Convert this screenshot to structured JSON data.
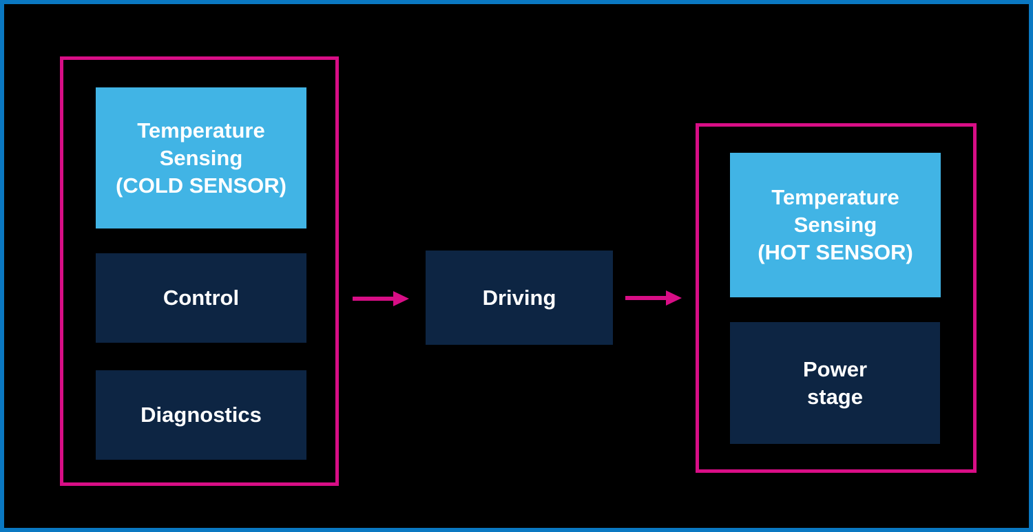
{
  "diagram": {
    "blocks": {
      "cold_sensor": {
        "label": "Temperature\nSensing\n(COLD SENSOR)",
        "style": "light-blue"
      },
      "control": {
        "label": "Control",
        "style": "dark-navy"
      },
      "diagnostics": {
        "label": "Diagnostics",
        "style": "dark-navy"
      },
      "driving": {
        "label": "Driving",
        "style": "dark-navy"
      },
      "hot_sensor": {
        "label": "Temperature\nSensing\n(HOT SENSOR)",
        "style": "light-blue"
      },
      "power_stage": {
        "label": "Power\nstage",
        "style": "dark-navy"
      }
    },
    "connectors": [
      {
        "icon": "arrow-right",
        "from": "cold-side-group",
        "to": "driving"
      },
      {
        "icon": "arrow-right",
        "from": "driving",
        "to": "hot-side-group"
      }
    ]
  },
  "colors": {
    "background": "#000000",
    "canvas_border": "#0a78c2",
    "group_border": "#d80e86",
    "arrow": "#d80e86",
    "block_light": "#41b4e5",
    "block_dark": "#0d2543",
    "text": "#ffffff"
  }
}
